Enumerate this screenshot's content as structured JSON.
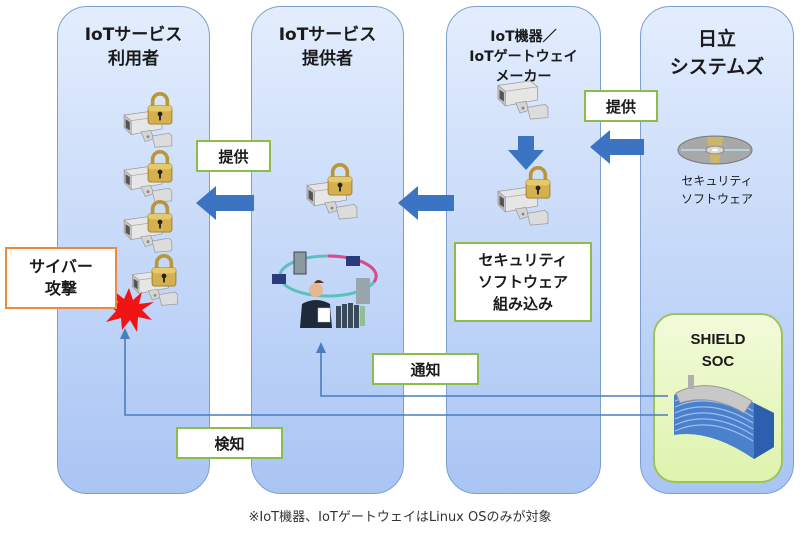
{
  "columns": [
    {
      "title_line1": "IoTサービス",
      "title_line2": "利用者"
    },
    {
      "title_line1": "IoTサービス",
      "title_line2": "提供者"
    },
    {
      "title_line1": "IoT機器／",
      "title_line2": "IoTゲートウェイ",
      "title_line3": "メーカー"
    },
    {
      "title_line1": "日立",
      "title_line2": "システムズ"
    }
  ],
  "labels": {
    "provide_left": "提供",
    "provide_right": "提供",
    "notify": "通知",
    "detect": "検知",
    "embed_line1": "セキュリティ",
    "embed_line2": "ソフトウェア",
    "embed_line3": "組み込み",
    "attack_line1": "サイバー",
    "attack_line2": "攻撃",
    "software_line1": "セキュリティ",
    "software_line2": "ソフトウェア",
    "soc_line1": "SHIELD",
    "soc_line2": "SOC"
  },
  "icons": {
    "camera": "surveillance-camera",
    "lock": "padlock",
    "disc": "cd-disc",
    "burst": "attack-burst",
    "people": "business-people-network",
    "soc": "soc-building"
  },
  "colors": {
    "arrow": "#3a74c2",
    "label_border": "#8cbc4a",
    "attack_border": "#f0883a",
    "burst": "#f01010",
    "column_border": "#7d9fd0",
    "line": "#4a7cc0"
  },
  "footnote": "※IoT機器、IoTゲートウェイはLinux OSのみが対象"
}
